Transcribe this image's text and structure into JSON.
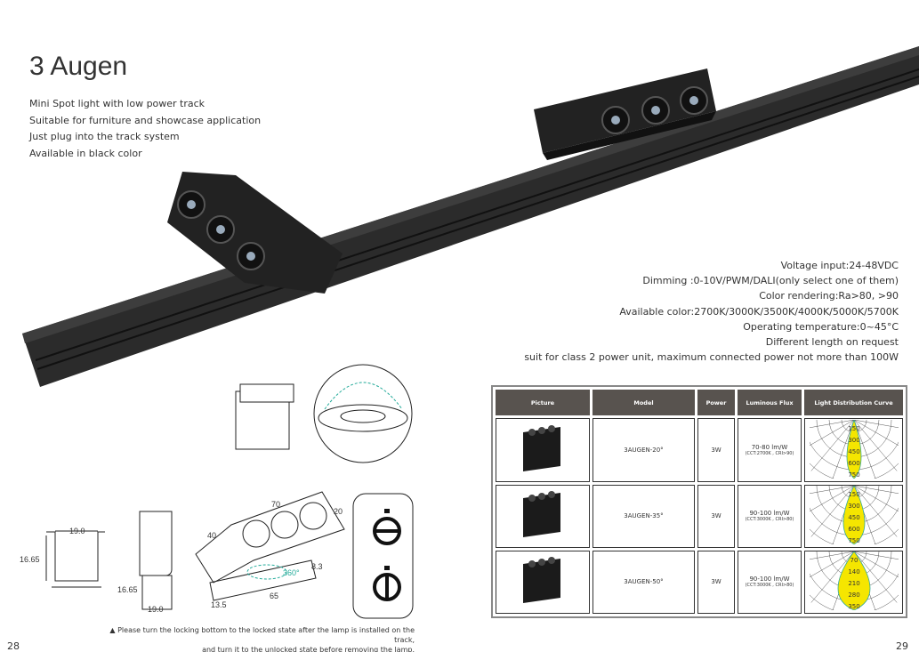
{
  "title": "3 Augen",
  "features": [
    "Mini Spot light with low power track",
    "Suitable for furniture and showcase application",
    "Just plug into the track system",
    "Available in black color"
  ],
  "specs": [
    "Voltage input:24-48VDC",
    "Dimming :0-10V/PWM/DALI(only select one of them)",
    "Color rendering:Ra>80, >90",
    "Available color:2700K/3000K/3500K/4000K/5000K/5700K",
    "Operating temperature:0~45°C",
    "Different length on request",
    "suit for class 2 power unit, maximum connected power not more than 100W"
  ],
  "table": {
    "headers": [
      "Picture",
      "Model",
      "Power",
      "Luminous Flux",
      "Light Distribution Curve"
    ],
    "rows": [
      {
        "model": "3AUGEN-20°",
        "power": "3W",
        "flux": "70-80 lm/W",
        "flux_note": "(CCT:2700K , CRI>90)",
        "curve_labels": [
          "150",
          "300",
          "450",
          "600",
          "750"
        ]
      },
      {
        "model": "3AUGEN-35°",
        "power": "3W",
        "flux": "90-100 lm/W",
        "flux_note": "(CCT:3000K , CRI>80)",
        "curve_labels": [
          "150",
          "300",
          "450",
          "600",
          "750"
        ]
      },
      {
        "model": "3AUGEN-50°",
        "power": "3W",
        "flux": "90-100 lm/W",
        "flux_note": "(CCT:3000K , CRI>80)",
        "curve_labels": [
          "70",
          "140",
          "210",
          "280",
          "350"
        ]
      }
    ]
  },
  "dimensions": {
    "w1": "19.0",
    "h1": "16.65",
    "w2": "19.0",
    "h2": "16.65",
    "len": "70",
    "depth": "20",
    "side": "40",
    "base": "65",
    "bh": "8.3",
    "bw": "13.5",
    "rot": "360°"
  },
  "warning": [
    "Please turn the locking bottom to the locked state after the lamp is installed on the track,",
    "and turn it to the unlocked state before removing the lamp."
  ],
  "page_left": "28",
  "page_right": "29",
  "colors": {
    "header": "#58534f",
    "curve_fill": "#f5e600"
  }
}
